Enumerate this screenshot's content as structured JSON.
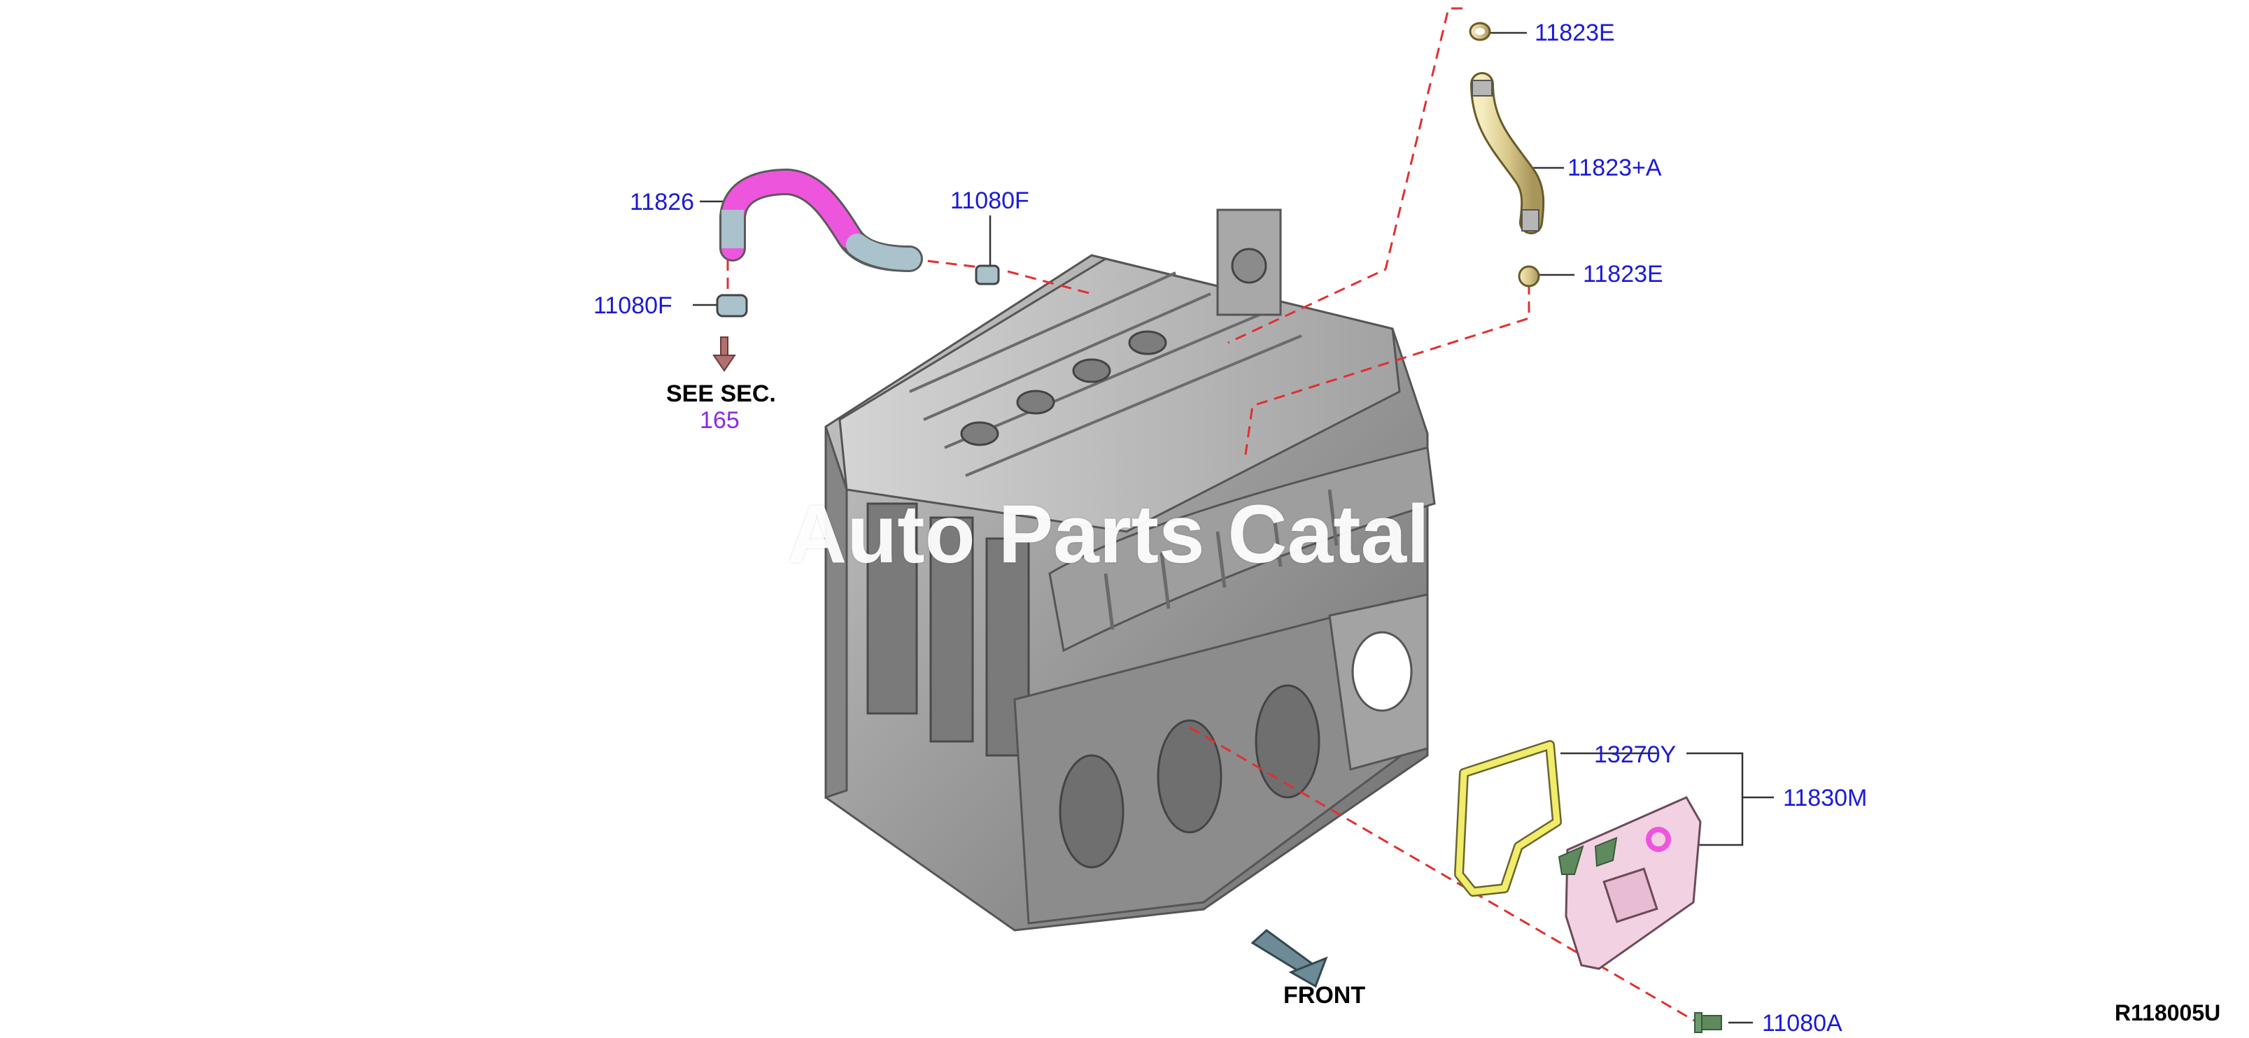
{
  "watermark": "Auto Parts Catal",
  "diagram_code": "R118005U",
  "front_label": "FRONT",
  "see_section": {
    "text": "SEE SEC.",
    "number": "165"
  },
  "labels": {
    "p11823E_top": "11823E",
    "p11823A": "11823+A",
    "p11823E_bottom": "11823E",
    "p11826": "11826",
    "p11080F_top": "11080F",
    "p11080F_left": "11080F",
    "p13270Y": "13270Y",
    "p11830M": "11830M",
    "p11080A": "11080A"
  },
  "colors": {
    "label": "#1a1ad6",
    "leader": "#333333",
    "dash": "#e03030",
    "hose_highlight": "#ee55dd",
    "hose_metal": "#a9c2cc",
    "engine": "#8e8e8e",
    "gasket": "#f1ec6a",
    "cover": "#f2d2e2",
    "brass": "#d9c98a",
    "link": "#8a2be2"
  }
}
